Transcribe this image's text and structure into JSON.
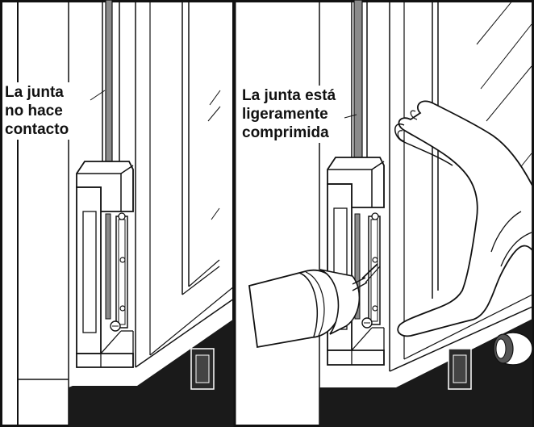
{
  "left_panel": {
    "label_lines": [
      "La junta",
      "no hace",
      "contacto"
    ]
  },
  "right_panel": {
    "label_lines": [
      "La junta está",
      "ligeramente",
      "comprimida"
    ]
  },
  "colors": {
    "outline": "#111111",
    "base_dark": "#1a1a1a",
    "gasket_gray": "#8a8a8a",
    "switch_dark": "#333333"
  },
  "icons": [
    "gasket",
    "door-latch-bracket",
    "strike-plate",
    "power-drill",
    "hand",
    "rocker-switch"
  ]
}
